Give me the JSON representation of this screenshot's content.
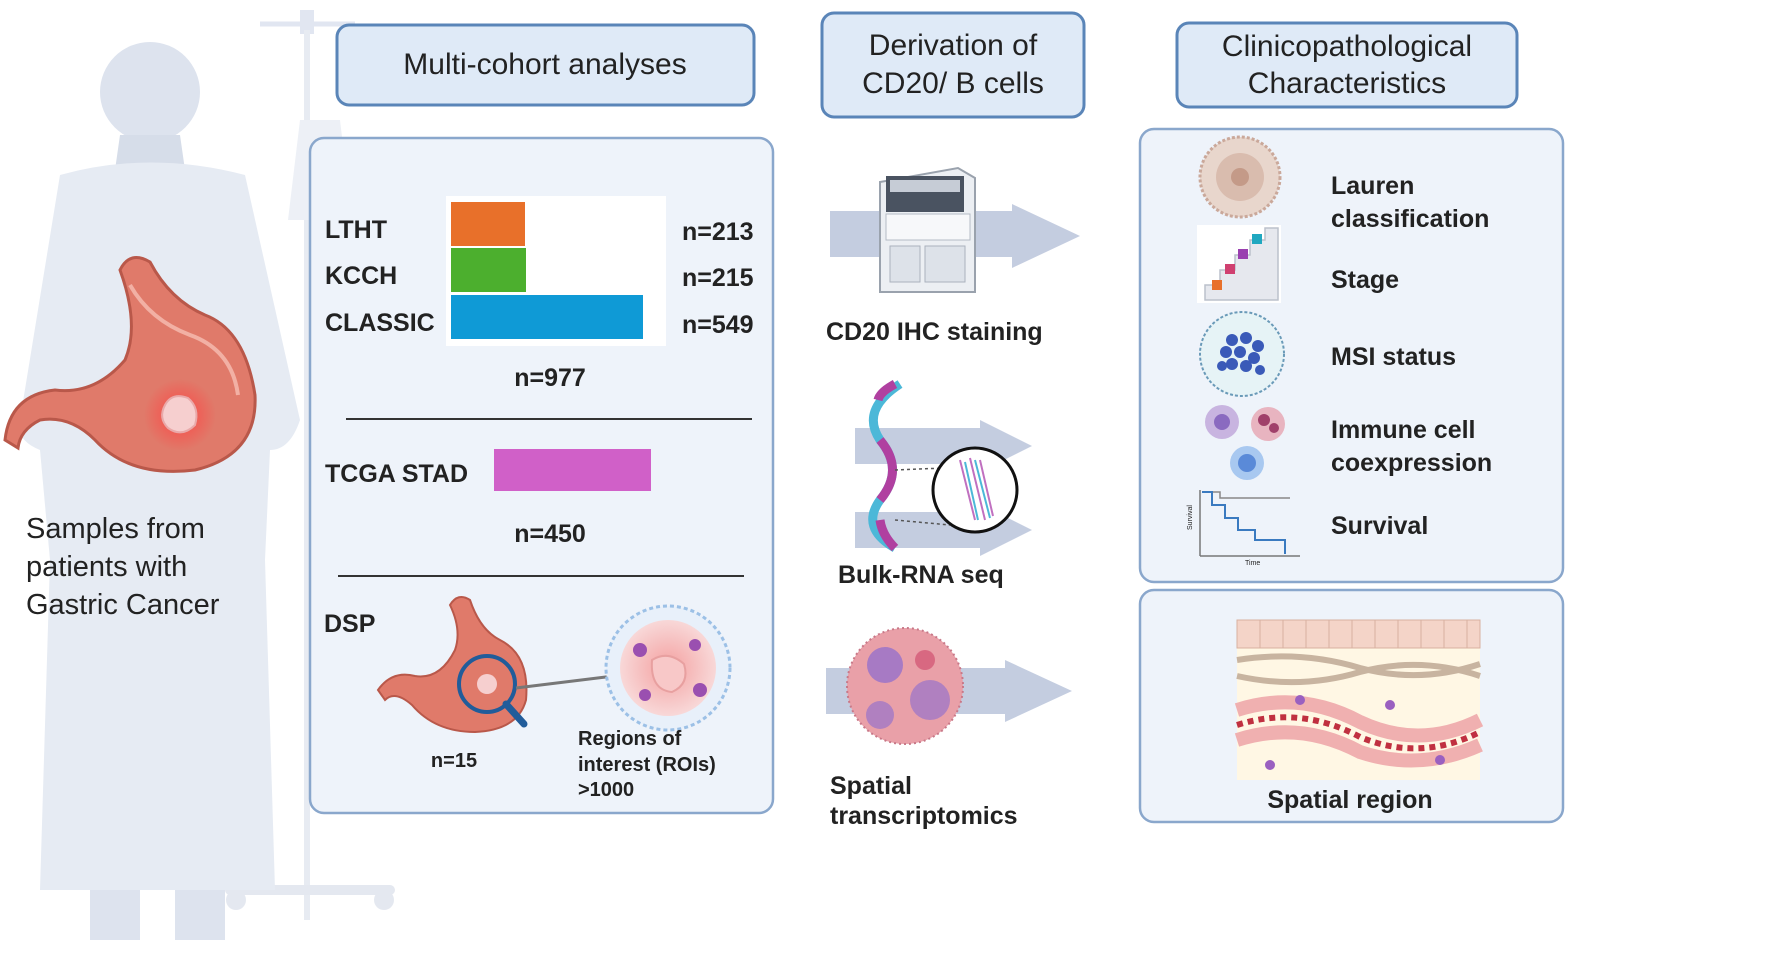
{
  "patient": {
    "caption_lines": [
      "Samples from",
      "patients with",
      "Gastric Cancer"
    ]
  },
  "headers": {
    "cohort": "Multi-cohort analyses",
    "derivation_lines": [
      "Derivation of",
      "CD20/ B cells"
    ],
    "clinico_lines": [
      "Clinicopathological",
      "Characteristics"
    ]
  },
  "cohorts": {
    "bars": [
      {
        "label": "LTHT",
        "n_label": "n=213",
        "n": 213,
        "color": "#e8702a"
      },
      {
        "label": "KCCH",
        "n_label": "n=215",
        "n": 215,
        "color": "#4caf2e"
      },
      {
        "label": "CLASSIC",
        "n_label": "n=549",
        "n": 549,
        "color": "#0f9ad6"
      }
    ],
    "total_label": "n=977",
    "tcga": {
      "label": "TCGA STAD",
      "n_label": "n=450",
      "n": 450,
      "color": "#d060c8"
    },
    "dsp": {
      "label": "DSP",
      "n_label": "n=15",
      "roi_lines": [
        "Regions of",
        "interest (ROIs)",
        ">1000"
      ]
    }
  },
  "methods": {
    "ihc": "CD20 IHC staining",
    "rna": "Bulk-RNA seq",
    "spatial_lines": [
      "Spatial",
      "transcriptomics"
    ]
  },
  "characteristics": {
    "items": [
      {
        "lines": [
          "Lauren",
          "classification"
        ],
        "icon": "tumor-cell-icon"
      },
      {
        "lines": [
          "Stage"
        ],
        "icon": "staircase-icon"
      },
      {
        "lines": [
          "MSI status"
        ],
        "icon": "cell-cluster-icon"
      },
      {
        "lines": [
          "Immune cell",
          "coexpression"
        ],
        "icon": "immune-cells-icon"
      },
      {
        "lines": [
          "Survival"
        ],
        "icon": "survival-curve-icon"
      }
    ],
    "survival_axis": {
      "y": "Survival",
      "x": "Time"
    },
    "spatial_region": "Spatial region"
  },
  "colors": {
    "header_fill": "#dfeaf7",
    "header_stroke": "#5a85b8",
    "panel_fill": "#eef3fa",
    "panel_stroke": "#8aa7cc",
    "arrow": "#c4cde0",
    "stomach": "#e07a6a",
    "tumor": "#f6cfcf"
  }
}
